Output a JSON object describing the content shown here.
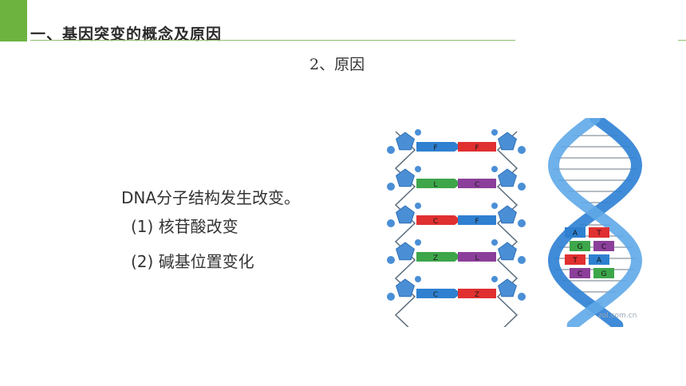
{
  "header": {
    "section_title": "一、基因突变的概念及原因",
    "accent_color": "#6db33f"
  },
  "slide": {
    "subtitle": "2、原因",
    "points": [
      "DNA分子结构发生改变。",
      "(1) 核苷酸改变",
      "(2) 碱基位置变化"
    ]
  },
  "figure": {
    "ladder_rungs": [
      {
        "left": "F",
        "right": "F",
        "left_color": "#2f80d0",
        "right_color": "#e03030"
      },
      {
        "left": "L",
        "right": "C",
        "left_color": "#3da64a",
        "right_color": "#8b3f9a"
      },
      {
        "left": "C",
        "right": "F",
        "left_color": "#e03030",
        "right_color": "#2f80d0"
      },
      {
        "left": "Z",
        "right": "L",
        "left_color": "#3da64a",
        "right_color": "#8b3f9a"
      },
      {
        "left": "C",
        "right": "Z",
        "left_color": "#2f80d0",
        "right_color": "#e03030"
      }
    ],
    "helix_pairs": [
      {
        "left": "A",
        "right": "T"
      },
      {
        "left": "G",
        "right": "C"
      },
      {
        "left": "T",
        "right": "A"
      },
      {
        "left": "C",
        "right": "G"
      }
    ],
    "watermark": "zol.com.cn"
  }
}
